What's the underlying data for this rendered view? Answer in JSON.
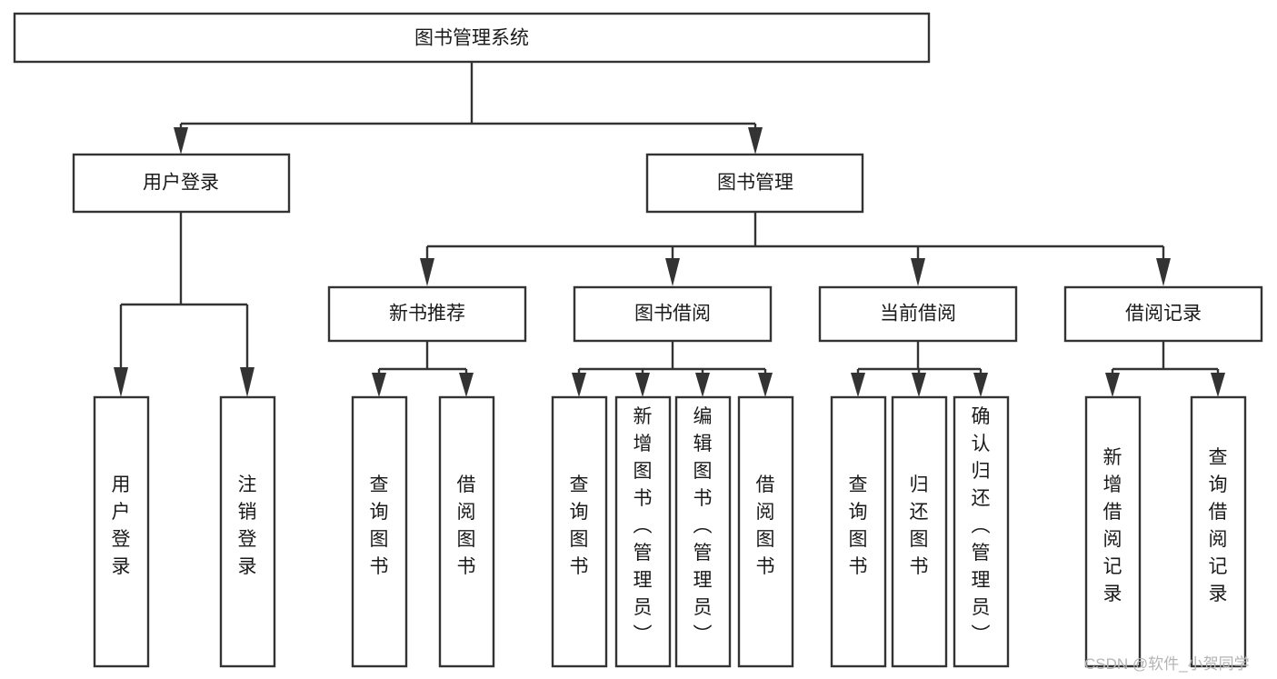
{
  "diagram": {
    "title": "图书管理系统",
    "type": "tree-hierarchy-chart",
    "colors": {
      "stroke": "#333333",
      "box_fill": "#ffffff",
      "text": "#1a1a1a",
      "background": "#ffffff",
      "watermark": "#b4b4b4"
    },
    "root": {
      "id": "root",
      "label": "图书管理系统",
      "orientation": "horizontal"
    },
    "level2": [
      {
        "id": "user-login",
        "label": "用户登录",
        "orientation": "horizontal"
      },
      {
        "id": "book-manage",
        "label": "图书管理",
        "orientation": "horizontal"
      }
    ],
    "level3": [
      {
        "id": "new-book-recommend",
        "label": "新书推荐",
        "parent": "book-manage",
        "orientation": "horizontal"
      },
      {
        "id": "book-borrow",
        "label": "图书借阅",
        "parent": "book-manage",
        "orientation": "horizontal"
      },
      {
        "id": "current-borrow",
        "label": "当前借阅",
        "parent": "book-manage",
        "orientation": "horizontal"
      },
      {
        "id": "borrow-record",
        "label": "借阅记录",
        "parent": "book-manage",
        "orientation": "horizontal"
      }
    ],
    "leaves": [
      {
        "id": "leaf-user-login",
        "label": "用户登录",
        "parent": "user-login",
        "orientation": "vertical"
      },
      {
        "id": "leaf-user-logout",
        "label": "注销登录",
        "parent": "user-login",
        "orientation": "vertical"
      },
      {
        "id": "leaf-query-book-1",
        "label": "查询图书",
        "parent": "new-book-recommend",
        "orientation": "vertical"
      },
      {
        "id": "leaf-borrow-book-1",
        "label": "借阅图书",
        "parent": "new-book-recommend",
        "orientation": "vertical"
      },
      {
        "id": "leaf-query-book-2",
        "label": "查询图书",
        "parent": "book-borrow",
        "orientation": "vertical"
      },
      {
        "id": "leaf-add-book",
        "label": "新增图书（管理员）",
        "parent": "book-borrow",
        "orientation": "vertical"
      },
      {
        "id": "leaf-edit-book",
        "label": "编辑图书（管理员）",
        "parent": "book-borrow",
        "orientation": "vertical"
      },
      {
        "id": "leaf-borrow-book-2",
        "label": "借阅图书",
        "parent": "book-borrow",
        "orientation": "vertical"
      },
      {
        "id": "leaf-query-book-3",
        "label": "查询图书",
        "parent": "current-borrow",
        "orientation": "vertical"
      },
      {
        "id": "leaf-return-book",
        "label": "归还图书",
        "parent": "current-borrow",
        "orientation": "vertical"
      },
      {
        "id": "leaf-confirm-return",
        "label": "确认归还（管理员）",
        "parent": "current-borrow",
        "orientation": "vertical"
      },
      {
        "id": "leaf-add-record",
        "label": "新增借阅记录",
        "parent": "borrow-record",
        "orientation": "vertical"
      },
      {
        "id": "leaf-query-record",
        "label": "查询借阅记录",
        "parent": "borrow-record",
        "orientation": "vertical"
      }
    ],
    "watermark": "CSDN @软件_小贺同学"
  }
}
